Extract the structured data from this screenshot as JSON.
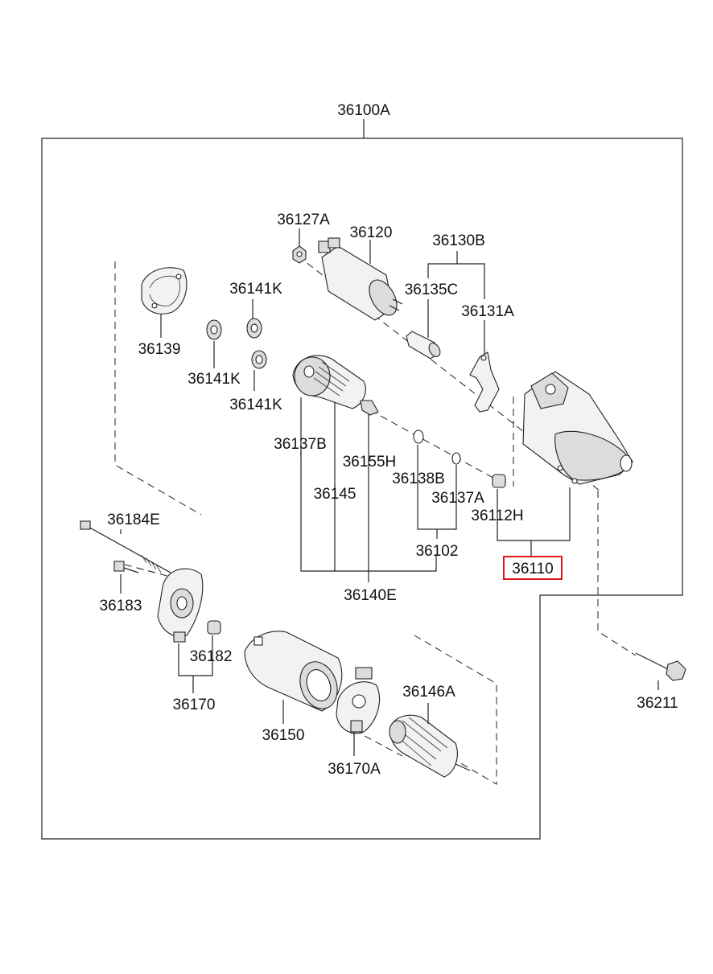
{
  "diagram": {
    "labels": {
      "assembly": "36100A",
      "bolt_nut": "36127A",
      "solenoid": "36120",
      "lever_set": "36130B",
      "plunger": "36135C",
      "lever": "36131A",
      "cover": "36139",
      "gear_a": "36141K",
      "gear_b": "36141K",
      "gear_c": "36141K",
      "clutch": "36137B",
      "pinion_shaft": "36155H",
      "holder": "36145",
      "ring_b": "36138B",
      "ring_a": "36137A",
      "bushing": "36112H",
      "kit": "36102",
      "housing_assy": "36110",
      "shaft_assy": "36140E",
      "through_bolt": "36184E",
      "screw": "36183",
      "end_bushing": "36182",
      "end_frame": "36170",
      "yoke": "36150",
      "brush_holder": "36170A",
      "armature": "36146A",
      "mount_bolt": "36211"
    },
    "highlight_color": "#e0141e"
  }
}
